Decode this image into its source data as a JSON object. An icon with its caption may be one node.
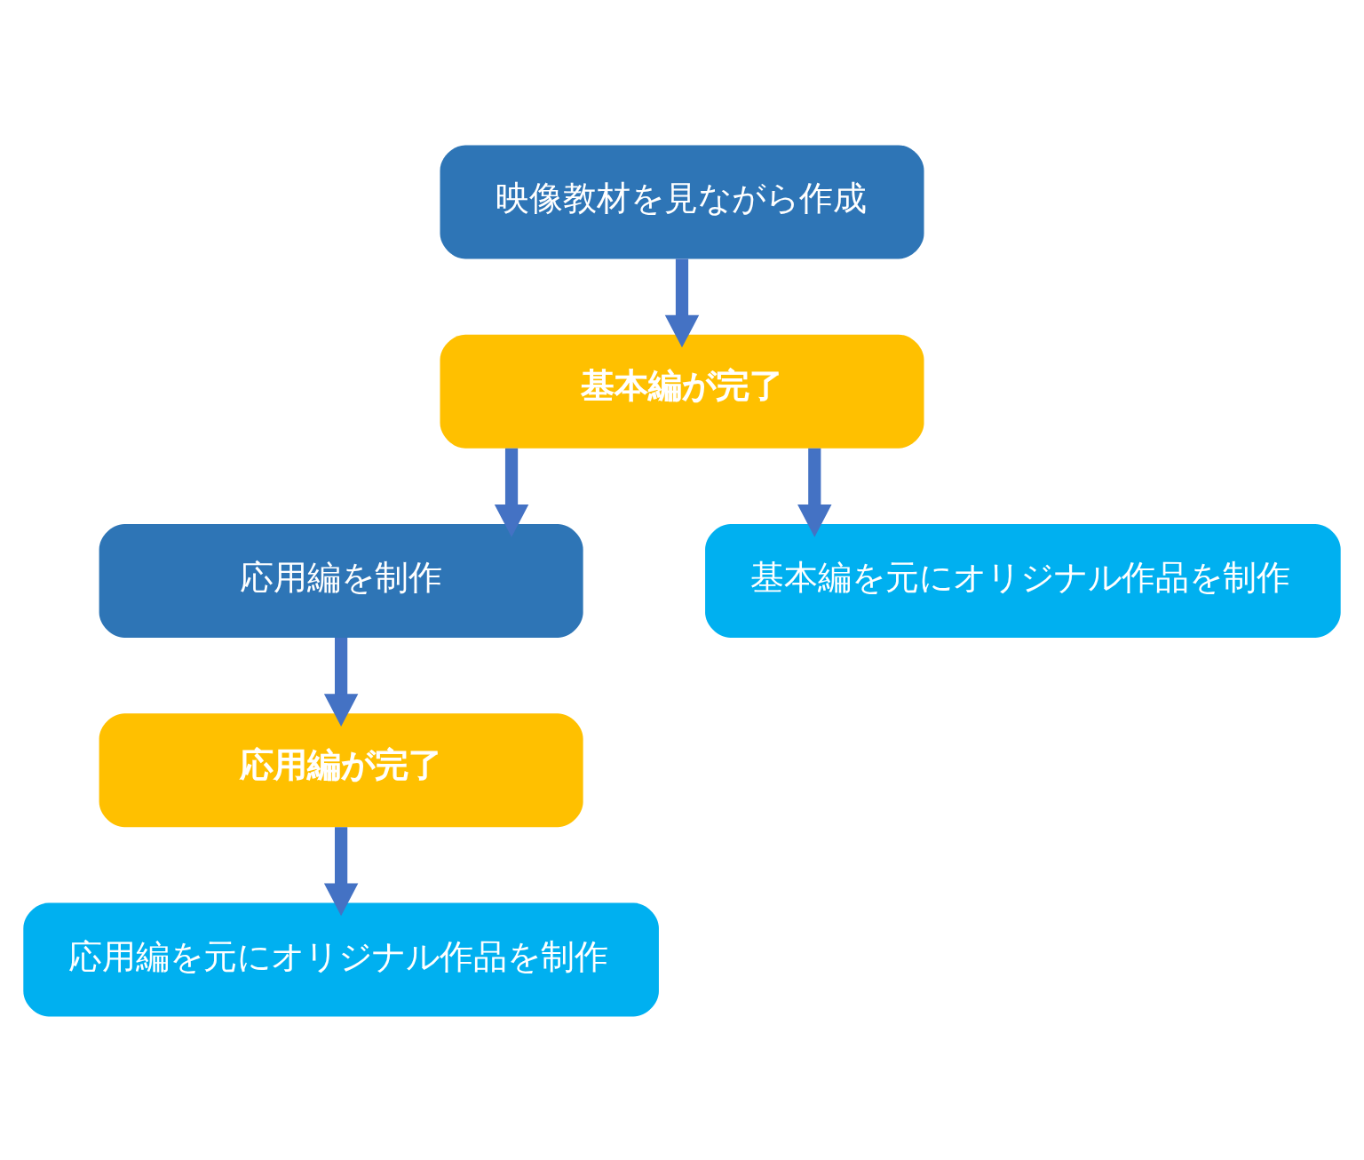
{
  "diagram": {
    "nodes": [
      {
        "text": [
          "映像教材を見ながら作成"
        ]
      },
      {
        "text": [
          "基本編が完了"
        ]
      },
      {
        "text": [
          "応用編を制作"
        ]
      },
      {
        "text": [
          "基本編を元にオリジナル作品を制作"
        ]
      },
      {
        "text": [
          "応用編が完了"
        ]
      },
      {
        "text": [
          "応用編を元にオリジナル作品を制作"
        ]
      }
    ],
    "edges": [
      {
        "from": 0,
        "to": 1,
        "arrow": "to"
      },
      {
        "from": 1,
        "to": 2,
        "arrow": "to"
      },
      {
        "from": 1,
        "to": 3,
        "arrow": "to"
      },
      {
        "from": 2,
        "to": 4,
        "arrow": "to"
      },
      {
        "from": 4,
        "to": 5,
        "arrow": "to"
      }
    ]
  }
}
